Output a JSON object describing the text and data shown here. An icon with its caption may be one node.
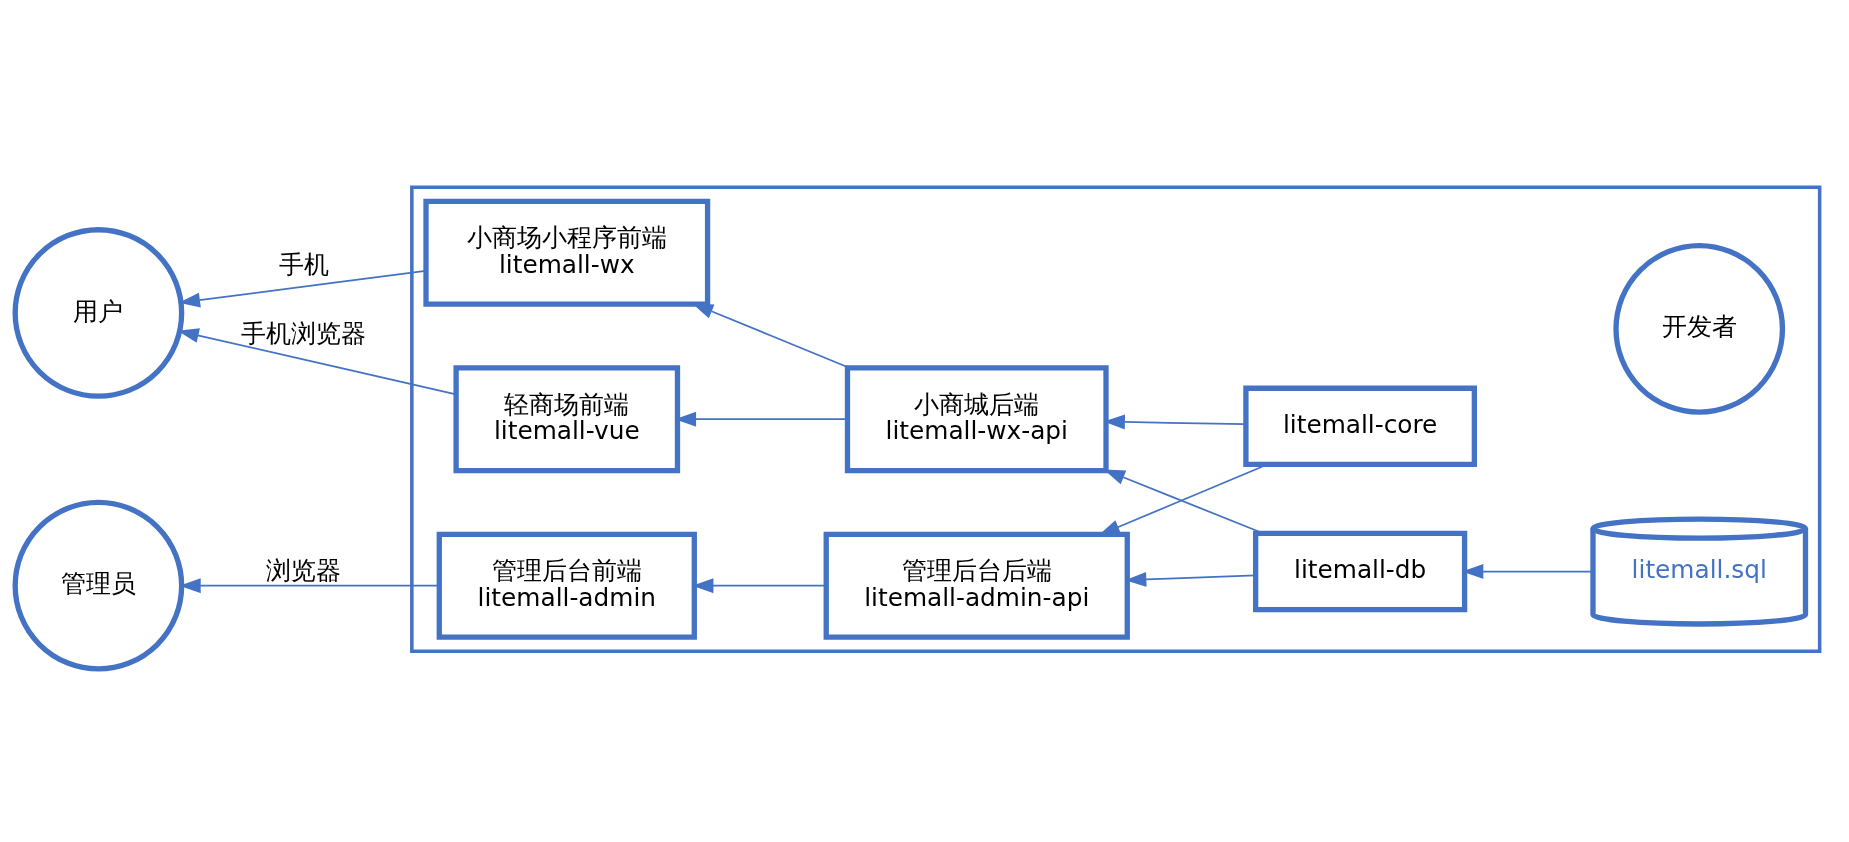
{
  "diagram": {
    "nodes": [
      {
        "text": [
          "用户"
        ]
      },
      {
        "text": [],
        "shape": "box"
      },
      {
        "text": [
          "小商场小程序前端",
          "litemall-wx"
        ],
        "in": 1
      },
      {
        "text": [
          "小商城后端",
          "litemall-wx-api"
        ],
        "in": 1
      },
      {
        "text": [
          "轻商场前端",
          "litemall-vue"
        ],
        "in": 1
      },
      {
        "text": [
          "开发者"
        ],
        "in": 1
      },
      {
        "text": [
          "litemall-core"
        ],
        "in": 1
      },
      {
        "text": [
          "litemall-db"
        ],
        "in": 1
      },
      {
        "text": [
          "litemall.sql"
        ],
        "in": 1
      },
      {
        "text": [
          "管理员"
        ]
      },
      {
        "text": [
          "管理后台前端",
          "litemall-admin"
        ],
        "in": 1
      },
      {
        "text": [
          "管理后台后端",
          "litemall-admin-api"
        ],
        "in": 1
      }
    ],
    "edges": [
      {
        "from": 2,
        "to": 0,
        "arrow": "to",
        "label": "手机"
      },
      {
        "from": 4,
        "to": 0,
        "arrow": "to",
        "label": "手机浏览器"
      },
      {
        "from": 3,
        "to": 2,
        "arrow": "to"
      },
      {
        "from": 3,
        "to": 4,
        "arrow": "to"
      },
      {
        "from": 6,
        "to": 3,
        "arrow": "to"
      },
      {
        "from": 7,
        "to": 3,
        "arrow": "to"
      },
      {
        "from": 6,
        "to": 11,
        "arrow": "to"
      },
      {
        "from": 7,
        "to": 11,
        "arrow": "to"
      },
      {
        "from": 8,
        "to": 7,
        "arrow": "to"
      },
      {
        "from": 10,
        "to": 9,
        "arrow": "to",
        "label": "浏览器"
      },
      {
        "from": 11,
        "to": 10,
        "arrow": "to"
      }
    ]
  }
}
